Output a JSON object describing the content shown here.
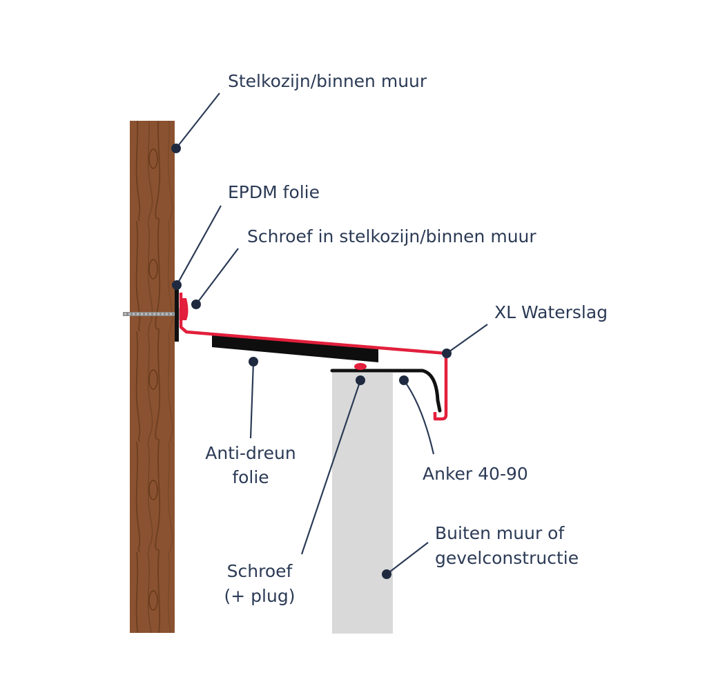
{
  "diagram": {
    "labels": {
      "stelkozijn": "Stelkozijn/binnen muur",
      "epdm": "EPDM folie",
      "schroef_stelkozijn": "Schroef in stelkozijn/binnen muur",
      "waterslag": "XL Waterslag",
      "anti_dreun_1": "Anti-dreun",
      "anti_dreun_2": "folie",
      "anker": "Anker 40-90",
      "buiten_1": "Buiten muur of",
      "buiten_2": "gevelconstructie",
      "schroef_plug_1": "Schroef",
      "schroef_plug_2": "(+ plug)"
    },
    "colors": {
      "wood": "#8a5230",
      "wood_grain": "#6e3f22",
      "wall": "#d9d9d9",
      "sill": "#e21f3c",
      "epdm": "#111111",
      "foam": "#0e0e0e",
      "anchor": "#111111",
      "leader": "#2b3a55",
      "dot": "#1f2a40",
      "label_text": "#2b3a55"
    }
  }
}
